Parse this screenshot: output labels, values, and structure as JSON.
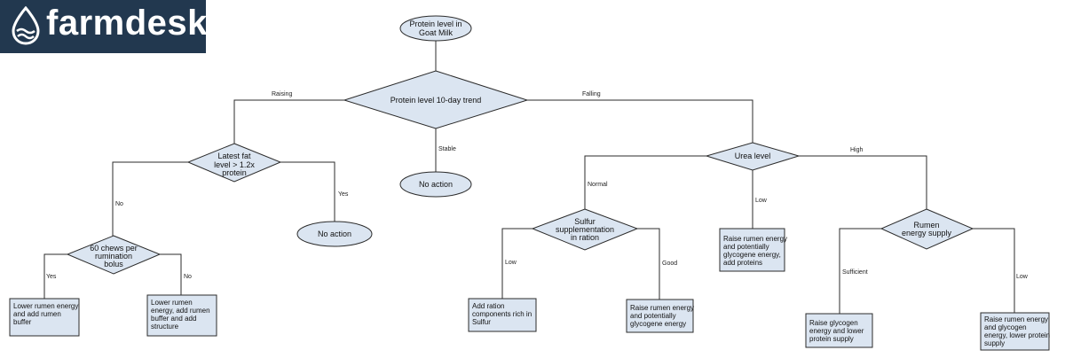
{
  "logo": {
    "text": "farmdesk",
    "icon": "water-drop-icon"
  },
  "nodes": {
    "start": [
      "Protein level in",
      "Goat Milk"
    ],
    "trend": [
      "Protein level 10-day trend"
    ],
    "fat": [
      "Latest fat",
      "level > 1.2x",
      "protein"
    ],
    "chews": [
      "60 chews per",
      "rumination",
      "bolus"
    ],
    "no_action_left": [
      "No action"
    ],
    "no_action_mid": [
      "No action"
    ],
    "urea": [
      "Urea level"
    ],
    "sulfur": [
      "Sulfur",
      "supplementation",
      "in ration"
    ],
    "rumen": [
      "Rumen",
      "energy supply"
    ],
    "box_lower1": [
      "Lower rumen energy",
      "and add rumen",
      "buffer"
    ],
    "box_lower2": [
      "Lower rumen",
      "energy, add rumen",
      "buffer and add",
      "structure"
    ],
    "box_sulfur": [
      "Add ration",
      "components rich in",
      "Sulfur"
    ],
    "box_raise1": [
      "Raise rumen energy",
      "and potentially",
      "glycogene energy"
    ],
    "box_raise2": [
      "Raise rumen energy",
      "and potentially",
      "glycogene energy,",
      "add proteins"
    ],
    "box_raise3": [
      "Raise glycogen",
      "energy and lower",
      "protein supply"
    ],
    "box_raise4": [
      "Raise rumen energy",
      "and glycogen",
      "energy, lower protein",
      "supply"
    ]
  },
  "edges": {
    "raising": "Raising",
    "falling": "Falling",
    "stable": "Stable",
    "fat_no": "No",
    "fat_yes": "Yes",
    "chews_yes": "Yes",
    "chews_no": "No",
    "urea_normal": "Normal",
    "urea_low": "Low",
    "urea_high": "High",
    "sulfur_low": "Low",
    "sulfur_good": "Good",
    "rumen_sufficient": "Sufficient",
    "rumen_low": "Low"
  }
}
